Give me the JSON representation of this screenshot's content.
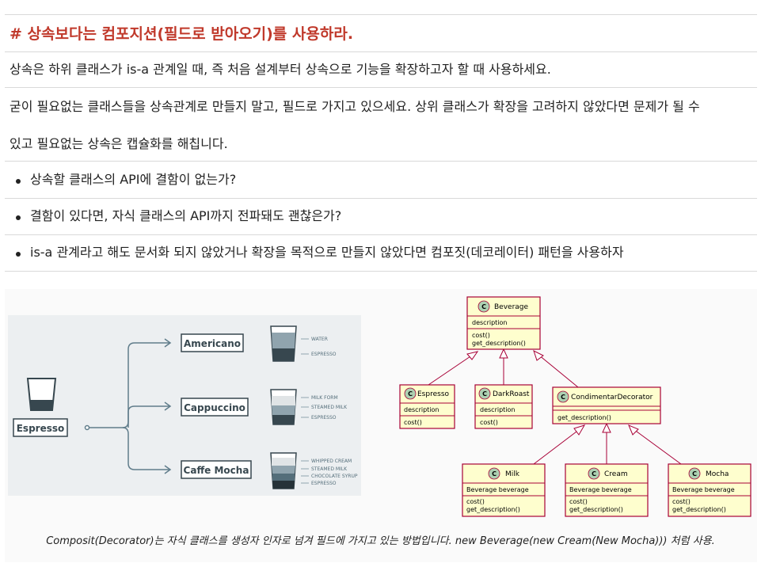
{
  "heading": "# 상속보다는 컴포지션(필드로 받아오기)를 사용하라.",
  "paragraphs": [
    "상속은 하위 클래스가 is-a 관계일 때, 즉 처음 설계부터 상속으로 기능을 확장하고자 할 때 사용하세요.",
    "굳이 필요없는 클래스들을 상속관계로 만들지 말고, 필드로 가지고 있으세요. 상위 클래스가 확장을 고려하지 않았다면 문제가 될 수",
    "있고 필요없는 상속은 캡슐화를 해칩니다."
  ],
  "bullets": [
    "상속할 클래스의 API에 결함이 없는가?",
    "결함이 있다면, 자식 클래스의 API까지 전파돼도 괜찮은가?",
    "is-a 관계라고 해도 문서화 되지 않았거나 확장을 목적으로 만들지 않았다면 컴포짓(데코레이터) 패턴을 사용하자"
  ],
  "coffee": {
    "base": "Espresso",
    "drinks": [
      {
        "name": "Americano",
        "layers": [
          "WATER",
          "ESPRESSO"
        ]
      },
      {
        "name": "Cappuccino",
        "layers": [
          "MILK FORM",
          "STEAMED MILK",
          "ESPRESSO"
        ]
      },
      {
        "name": "Caffe Mocha",
        "layers": [
          "WHIPPED CREAM",
          "STEAMED MILK",
          "CHOCOLATE SYRUP",
          "ESPRESSO"
        ]
      }
    ]
  },
  "uml": {
    "classes": {
      "beverage": {
        "name": "Beverage",
        "fields": [
          "description"
        ],
        "methods": [
          "cost()",
          "get_description()"
        ]
      },
      "espresso": {
        "name": "Espresso",
        "fields": [
          "description"
        ],
        "methods": [
          "cost()"
        ]
      },
      "darkroast": {
        "name": "DarkRoast",
        "fields": [
          "description"
        ],
        "methods": [
          "cost()"
        ]
      },
      "decorator": {
        "name": "CondimentarDecorator",
        "fields": [],
        "methods": [
          "get_description()"
        ]
      },
      "milk": {
        "name": "Milk",
        "fields": [
          "Beverage beverage"
        ],
        "methods": [
          "cost()",
          "get_description()"
        ]
      },
      "cream": {
        "name": "Cream",
        "fields": [
          "Beverage beverage"
        ],
        "methods": [
          "cost()",
          "get_description()"
        ]
      },
      "mocha": {
        "name": "Mocha",
        "fields": [
          "Beverage beverage"
        ],
        "methods": [
          "cost()",
          "get_description()"
        ]
      }
    },
    "class_badge": "C"
  },
  "caption": "Composit(Decorator)는 자식 클래스를 생성자 인자로 넘겨 필드에 가지고 있는 방법입니다. new Beverage(new Cream(New Mocha))) 처럼 사용.",
  "colors": {
    "heading": "#c0392b",
    "uml_fill": "#fefece",
    "uml_border": "#a80036",
    "badge": "#add1b2"
  }
}
